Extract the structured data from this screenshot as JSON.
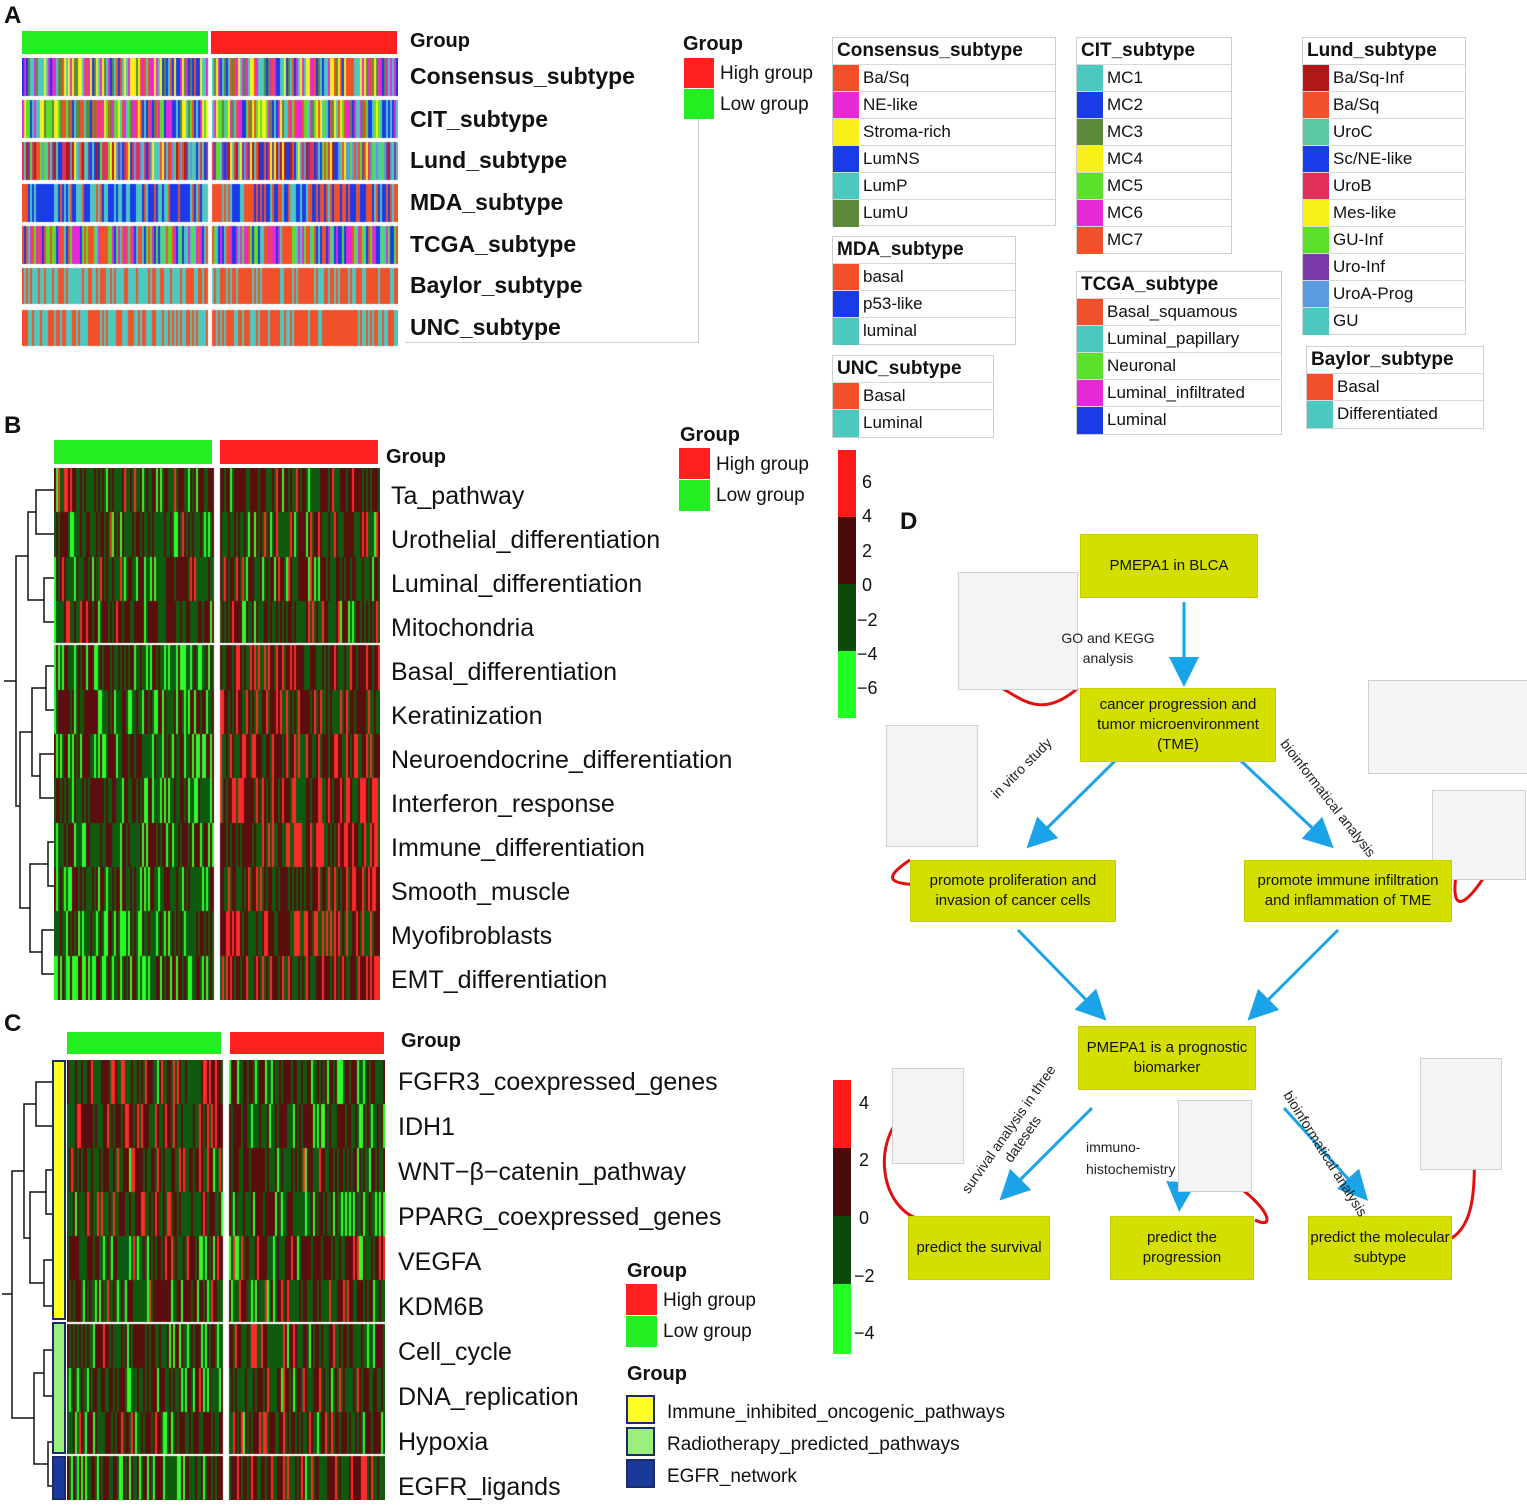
{
  "panels": {
    "a": "A",
    "b": "B",
    "c": "C",
    "d": "D"
  },
  "colors": {
    "high": "#ff2020",
    "low": "#22ee22",
    "heat_red": "#ff1a1a",
    "heat_dark_red": "#4a0b0b",
    "heat_dark_green": "#0b4a0b",
    "heat_green": "#22ff22",
    "flow_box": "#d4df00",
    "arrow": "#1aa3e8",
    "curve": "#e01010"
  },
  "group_label": "Group",
  "group_legend": {
    "title": "Group",
    "high": "High group",
    "low": "Low group"
  },
  "panel_a": {
    "rows": [
      "Consensus_subtype",
      "CIT_subtype",
      "Lund_subtype",
      "MDA_subtype",
      "TCGA_subtype",
      "Baylor_subtype",
      "UNC_subtype"
    ],
    "legends": {
      "consensus": {
        "title": "Consensus_subtype",
        "items": [
          {
            "label": "Ba/Sq",
            "color": "#f0502a"
          },
          {
            "label": "NE-like",
            "color": "#e52ad5"
          },
          {
            "label": "Stroma-rich",
            "color": "#f7f01a"
          },
          {
            "label": "LumNS",
            "color": "#1a3be8"
          },
          {
            "label": "LumP",
            "color": "#4cc8c0"
          },
          {
            "label": "LumU",
            "color": "#5a8a3a"
          }
        ]
      },
      "cit": {
        "title": "CIT_subtype",
        "items": [
          {
            "label": "MC1",
            "color": "#4cc8c0"
          },
          {
            "label": "MC2",
            "color": "#1a3be8"
          },
          {
            "label": "MC3",
            "color": "#5a8a3a"
          },
          {
            "label": "MC4",
            "color": "#f7f01a"
          },
          {
            "label": "MC5",
            "color": "#5ae02a"
          },
          {
            "label": "MC6",
            "color": "#e52ad5"
          },
          {
            "label": "MC7",
            "color": "#f0502a"
          }
        ]
      },
      "lund": {
        "title": "Lund_subtype",
        "items": [
          {
            "label": "Ba/Sq-Inf",
            "color": "#b0181a"
          },
          {
            "label": "Ba/Sq",
            "color": "#f0502a"
          },
          {
            "label": "UroC",
            "color": "#5ac8a0"
          },
          {
            "label": "Sc/NE-like",
            "color": "#1a3be8"
          },
          {
            "label": "UroB",
            "color": "#e0305a"
          },
          {
            "label": "Mes-like",
            "color": "#f7f01a"
          },
          {
            "label": "GU-Inf",
            "color": "#5ae02a"
          },
          {
            "label": "Uro-Inf",
            "color": "#7a3aa8"
          },
          {
            "label": "UroA-Prog",
            "color": "#5a9ae0"
          },
          {
            "label": "GU",
            "color": "#4cc8c0"
          }
        ]
      },
      "mda": {
        "title": "MDA_subtype",
        "items": [
          {
            "label": "basal",
            "color": "#f0502a"
          },
          {
            "label": "p53-like",
            "color": "#1a3be8"
          },
          {
            "label": "luminal",
            "color": "#4cc8c0"
          }
        ]
      },
      "tcga": {
        "title": "TCGA_subtype",
        "items": [
          {
            "label": "Basal_squamous",
            "color": "#f0502a"
          },
          {
            "label": "Luminal_papillary",
            "color": "#4cc8c0"
          },
          {
            "label": "Neuronal",
            "color": "#5ae02a"
          },
          {
            "label": "Luminal_infiltrated",
            "color": "#e52ad5"
          },
          {
            "label": "Luminal",
            "color": "#1a3be8"
          }
        ]
      },
      "unc": {
        "title": "UNC_subtype",
        "items": [
          {
            "label": "Basal",
            "color": "#f0502a"
          },
          {
            "label": "Luminal",
            "color": "#4cc8c0"
          }
        ]
      },
      "baylor": {
        "title": "Baylor_subtype",
        "items": [
          {
            "label": "Basal",
            "color": "#f0502a"
          },
          {
            "label": "Differentiated",
            "color": "#4cc8c0"
          }
        ]
      }
    }
  },
  "panel_b": {
    "rows": [
      "Ta_pathway",
      "Urothelial_differentiation",
      "Luminal_differentiation",
      "Mitochondria",
      "Basal_differentiation",
      "Keratinization",
      "Neuroendocrine_differentiation",
      "Interferon_response",
      "Immune_differentiation",
      "Smooth_muscle",
      "Myofibroblasts",
      "EMT_differentiation"
    ],
    "colorbar_ticks": [
      "6",
      "4",
      "2",
      "0",
      "−2",
      "−4",
      "−6"
    ]
  },
  "panel_c": {
    "rows": [
      "FGFR3_coexpressed_genes",
      "IDH1",
      "WNT−β−catenin_pathway",
      "PPARG_coexpressed_genes",
      "VEGFA",
      "KDM6B",
      "Cell_cycle",
      "DNA_replication",
      "Hypoxia",
      "EGFR_ligands"
    ],
    "colorbar_ticks": [
      "4",
      "2",
      "0",
      "−2",
      "−4"
    ],
    "pathway_legend": {
      "title": "Group",
      "items": [
        {
          "label": "Immune_inhibited_oncogenic_pathways",
          "color": "#ffff22"
        },
        {
          "label": "Radiotherapy_predicted_pathways",
          "color": "#9af07a"
        },
        {
          "label": "EGFR_network",
          "color": "#1a3a9a"
        }
      ]
    }
  },
  "panel_d": {
    "boxes": {
      "pmepa1": "PMEPA1 in BLCA",
      "cancer_prog": "cancer progression and tumor microenvironment (TME)",
      "prolif": "promote proliferation and invasion of cancer cells",
      "immune": "promote immune infiltration and inflammation of TME",
      "biomarker": "PMEPA1 is a prognostic biomarker",
      "survival": "predict the survival",
      "progression": "predict the progression",
      "molecular": "predict the molecular subtype"
    },
    "labels": {
      "go_kegg": "GO and KEGG analysis",
      "in_vitro": "in vitro study",
      "bioinfo1": "bioinformatical analysis",
      "survival_analysis": "survival analysis in three datesets",
      "immuno": "immuno-histochemistry",
      "bioinfo2": "bioinformatical analysis"
    }
  }
}
